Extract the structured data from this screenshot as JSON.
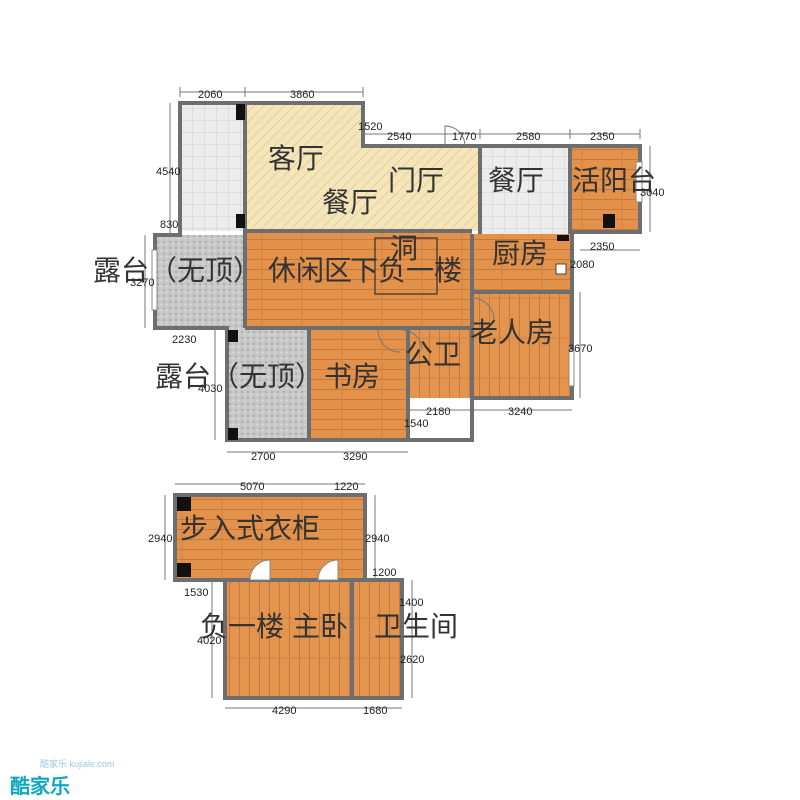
{
  "top_dims": {
    "d1": "2060",
    "d2": "3860",
    "d3": "1520",
    "d4": "2540",
    "d5": "1770",
    "d6": "2580",
    "d7": "2350"
  },
  "side_dims": {
    "left_4540": "4540",
    "left_830": "830",
    "left_3270": "3270",
    "left_2230": "2230",
    "left_4030": "4030",
    "right_3040": "3040",
    "right_2350": "2350",
    "right_2080": "2080",
    "right_3670": "3670"
  },
  "mid_dims": {
    "d2180": "2180",
    "d3240": "3240",
    "d1540": "1540",
    "d2700": "2700",
    "d3290": "3290"
  },
  "lower_dims": {
    "d5070": "5070",
    "d1220": "1220",
    "left_2940": "2940",
    "right_2940": "2940",
    "d1530": "1530",
    "d1200": "1200",
    "d1400": "1400",
    "left_4020": "4020",
    "d2620": "2620",
    "d4290": "4290",
    "d1680": "1680"
  },
  "rooms": {
    "living": "客厅",
    "entry": "门厅",
    "dining_left": "餐厅",
    "dining_right": "餐厅",
    "balcony": "活阳台",
    "terrace1": "露台（无顶）",
    "leisure": "休闲区",
    "stair1": "下负一楼",
    "hole": "洞",
    "kitchen": "厨房",
    "elder": "老人房",
    "terrace2": "露台（无顶）",
    "study": "书房",
    "bath1": "公卫",
    "closet": "步入式衣柜",
    "stair2": "负一楼",
    "master": "主卧",
    "bath2": "卫生间"
  },
  "brand": {
    "logo": "酷家乐",
    "sub": "酷家乐 kujiale.com"
  },
  "colors": {
    "wood": "#e2924a",
    "wood_light": "#eda566",
    "tile_white": "#ececec",
    "stone": "#c6c6c6",
    "cream": "#f4e5bb",
    "wall": "#6e6e6e",
    "brand": "#12a7c0"
  }
}
